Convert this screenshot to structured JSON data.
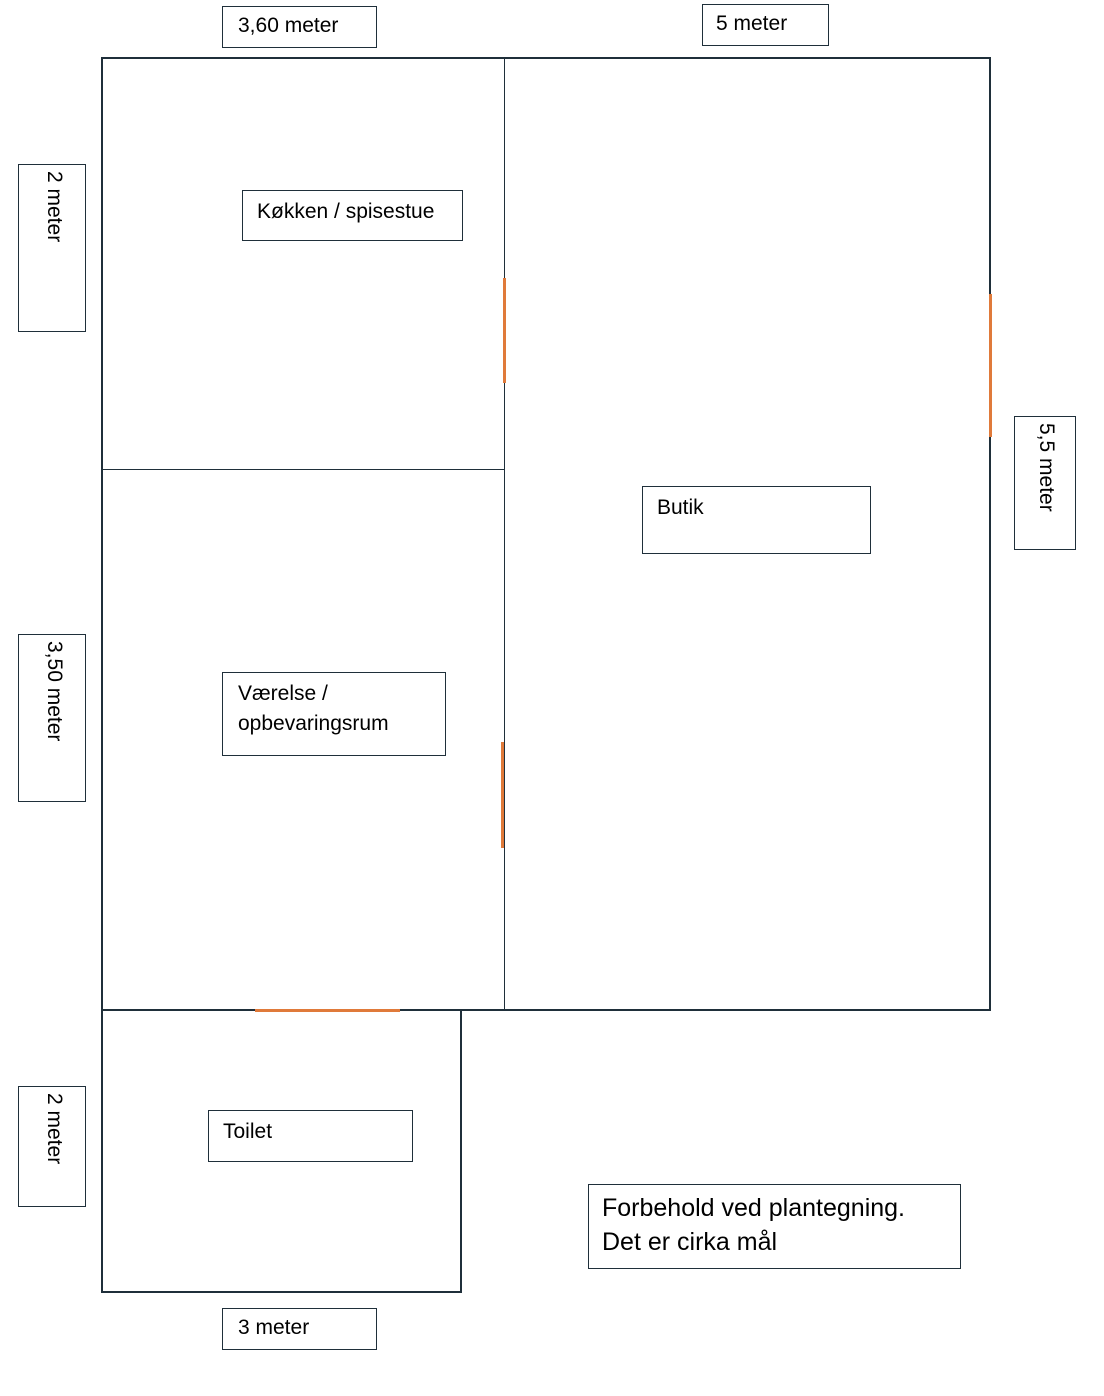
{
  "rooms": {
    "kitchen": "Køkken / spisestue",
    "shop": "Butik",
    "bedroom": "Værelse / opbevaringsrum",
    "toilet": "Toilet"
  },
  "dimensions": {
    "top_left": "3,60 meter",
    "top_right": "5 meter",
    "left_upper": "2 meter",
    "left_middle": "3,50 meter",
    "left_lower": "2 meter",
    "right": "5,5 meter",
    "bottom": "3 meter"
  },
  "note": {
    "line1": "Forbehold ved plantegning.",
    "line2": "Det er cirka mål"
  },
  "colors": {
    "walls": "#1f2f3a",
    "doors": "#e07a3a"
  }
}
